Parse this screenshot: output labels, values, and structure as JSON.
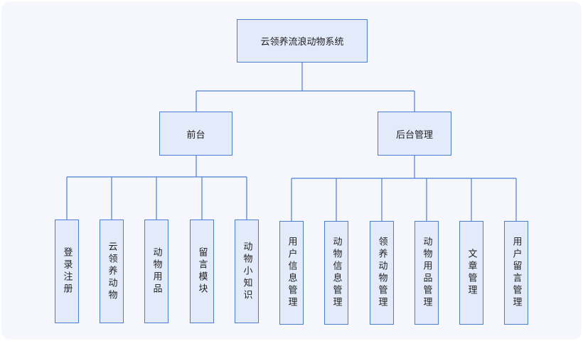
{
  "diagram": {
    "root": "云领养流浪动物系统",
    "frontend": {
      "title": "前台",
      "children": [
        "登录注册",
        "云领养动物",
        "动物用品",
        "留言模块",
        "动物小知识"
      ]
    },
    "backend": {
      "title": "后台管理",
      "children": [
        "用户信息管理",
        "动物信息管理",
        "领养动物管理",
        "动物用品管理",
        "文章管理",
        "用户留言管理"
      ]
    }
  },
  "colors": {
    "box_fill": "#e3ebfa",
    "box_border": "#4a7fd0",
    "line": "#4a7fd0",
    "panel": "#f5f7fd"
  }
}
